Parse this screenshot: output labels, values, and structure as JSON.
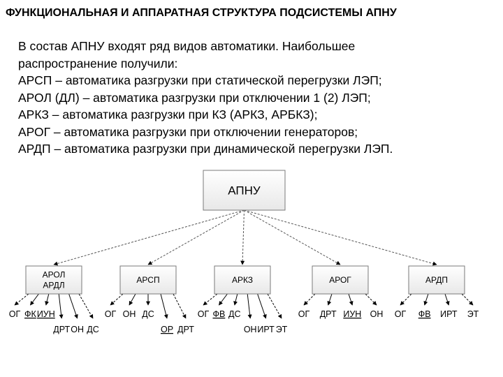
{
  "title": "ФУНКЦИОНАЛЬНАЯ И АППАРАТНАЯ СТРУКТУРА ПОДСИСТЕМЫ АПНУ",
  "intro": [
    "В состав АПНУ входят ряд видов автоматики. Наибольшее",
    "распространение получили:",
    "АРСП – автоматика разгрузки при статической перегрузки ЛЭП;",
    "АРОЛ (ДЛ) – автоматика разгрузки  при отключении 1 (2) ЛЭП;",
    "АРКЗ –  автоматика разгрузки  при КЗ (АРКЗ, АРБКЗ);",
    "АРОГ – автоматика разгрузки  при отключении генераторов;",
    "АРДП – автоматика разгрузки  при динамической перегрузки ЛЭП."
  ],
  "diagram": {
    "root": "АПНУ",
    "children": [
      {
        "label": [
          "АРОЛ",
          "АРДЛ"
        ],
        "outputs": [
          {
            "text": "ОГ",
            "row": "top",
            "underline": false
          },
          {
            "text": "ФК",
            "row": "top",
            "underline": true
          },
          {
            "text": "ИУН",
            "row": "top",
            "underline": true
          },
          {
            "text": "ДРТ",
            "row": "bottom",
            "underline": false
          },
          {
            "text": "ОН",
            "row": "bottom",
            "underline": false
          },
          {
            "text": "ДС",
            "row": "bottom",
            "underline": false
          }
        ]
      },
      {
        "label": [
          "АРСП"
        ],
        "outputs": [
          {
            "text": "ОГ",
            "row": "top",
            "underline": false
          },
          {
            "text": "ОН",
            "row": "top",
            "underline": false
          },
          {
            "text": "ДС",
            "row": "top",
            "underline": false
          },
          {
            "text": "ОР",
            "row": "bottom",
            "underline": true
          },
          {
            "text": "ДРТ",
            "row": "bottom",
            "underline": false
          }
        ]
      },
      {
        "label": [
          "АРКЗ"
        ],
        "outputs": [
          {
            "text": "ОГ",
            "row": "top",
            "underline": false
          },
          {
            "text": "ФВ",
            "row": "top",
            "underline": true
          },
          {
            "text": "ДС",
            "row": "top",
            "underline": false
          },
          {
            "text": "ОН",
            "row": "bottom",
            "underline": false
          },
          {
            "text": "ИРТ",
            "row": "bottom",
            "underline": false
          },
          {
            "text": "ЭТ",
            "row": "bottom",
            "underline": false
          }
        ]
      },
      {
        "label": [
          "АРОГ"
        ],
        "outputs": [
          {
            "text": "ОГ",
            "row": "top",
            "underline": false
          },
          {
            "text": "ДРТ",
            "row": "top",
            "underline": false
          },
          {
            "text": "ИУН",
            "row": "top",
            "underline": true
          },
          {
            "text": "ОН",
            "row": "top",
            "underline": false
          }
        ]
      },
      {
        "label": [
          "АРДП"
        ],
        "outputs": [
          {
            "text": "ОГ",
            "row": "top",
            "underline": false
          },
          {
            "text": "ФВ",
            "row": "top",
            "underline": true
          },
          {
            "text": "ИРТ",
            "row": "top",
            "underline": false
          },
          {
            "text": "ЭТ",
            "row": "top",
            "underline": false
          }
        ]
      }
    ]
  },
  "colors": {
    "box_fill_top": "#ffffff",
    "box_fill_bottom": "#e8e8e8",
    "box_stroke": "#7a7a7a",
    "dash": "#555555",
    "arrow": "#000000"
  }
}
